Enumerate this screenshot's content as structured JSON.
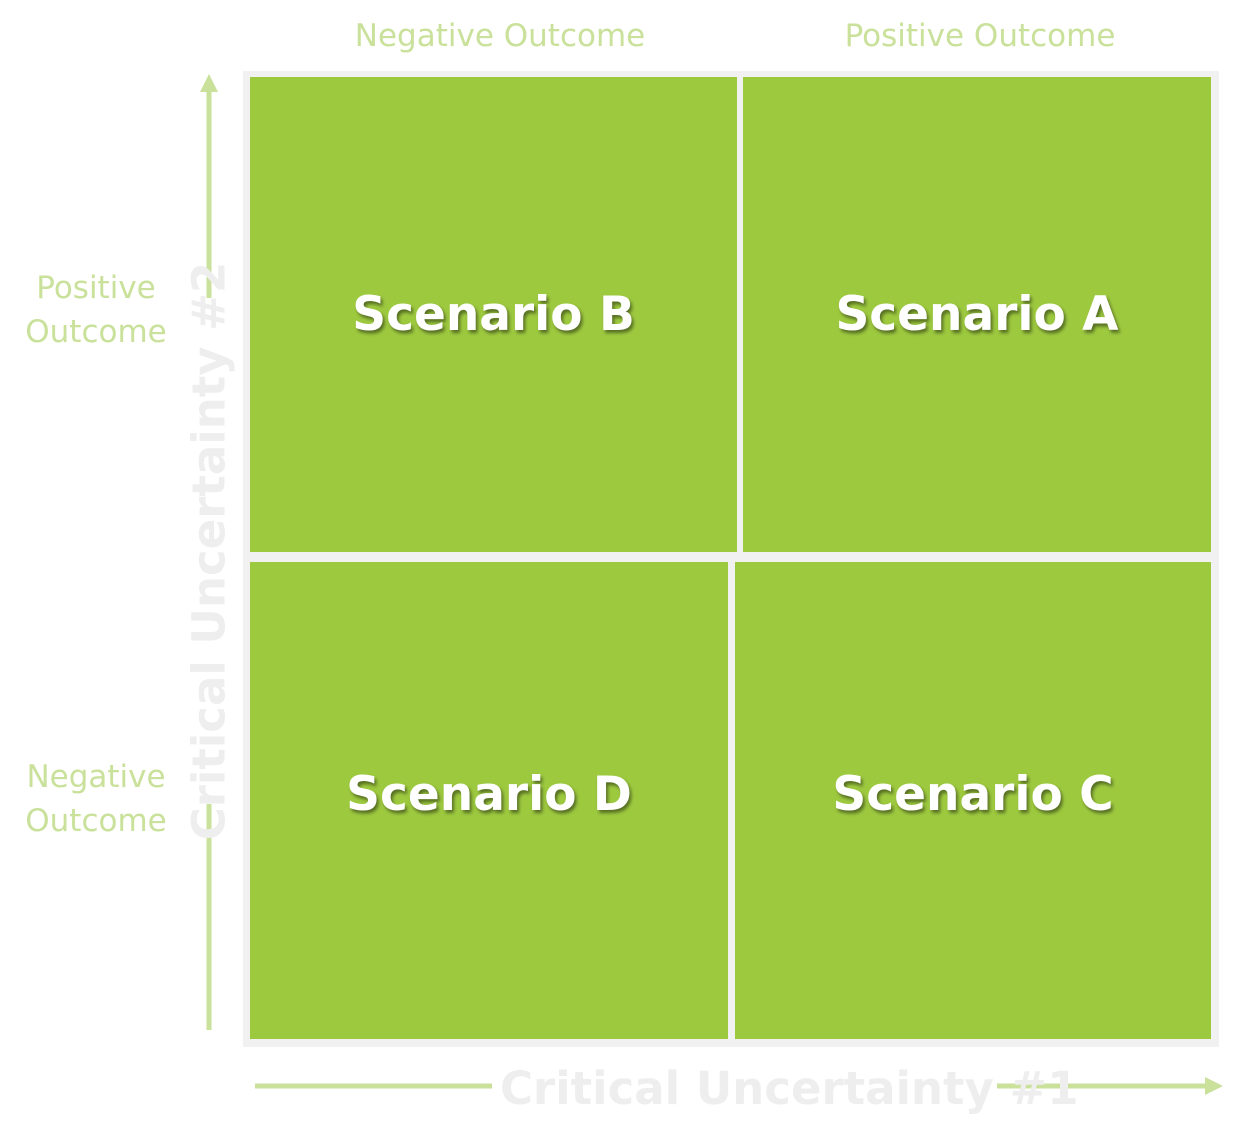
{
  "colors": {
    "quadrant_fill": "#9dc93f",
    "label_green": "#c9e19a",
    "axis_title": "#eeeeee",
    "divider": "#f1f1f1",
    "quadrant_text": "#ffffff"
  },
  "columns": {
    "negative": "Negative Outcome",
    "positive": "Positive Outcome"
  },
  "rows": {
    "positive": [
      "Positive",
      "Outcome"
    ],
    "negative": [
      "Negative",
      "Outcome"
    ]
  },
  "axes": {
    "x_title": "Critical Uncertainty #1",
    "y_title": "Critical Uncertainty #2"
  },
  "quadrants": {
    "top_left": "Scenario B",
    "top_right": "Scenario A",
    "bottom_left": "Scenario D",
    "bottom_right": "Scenario C"
  }
}
